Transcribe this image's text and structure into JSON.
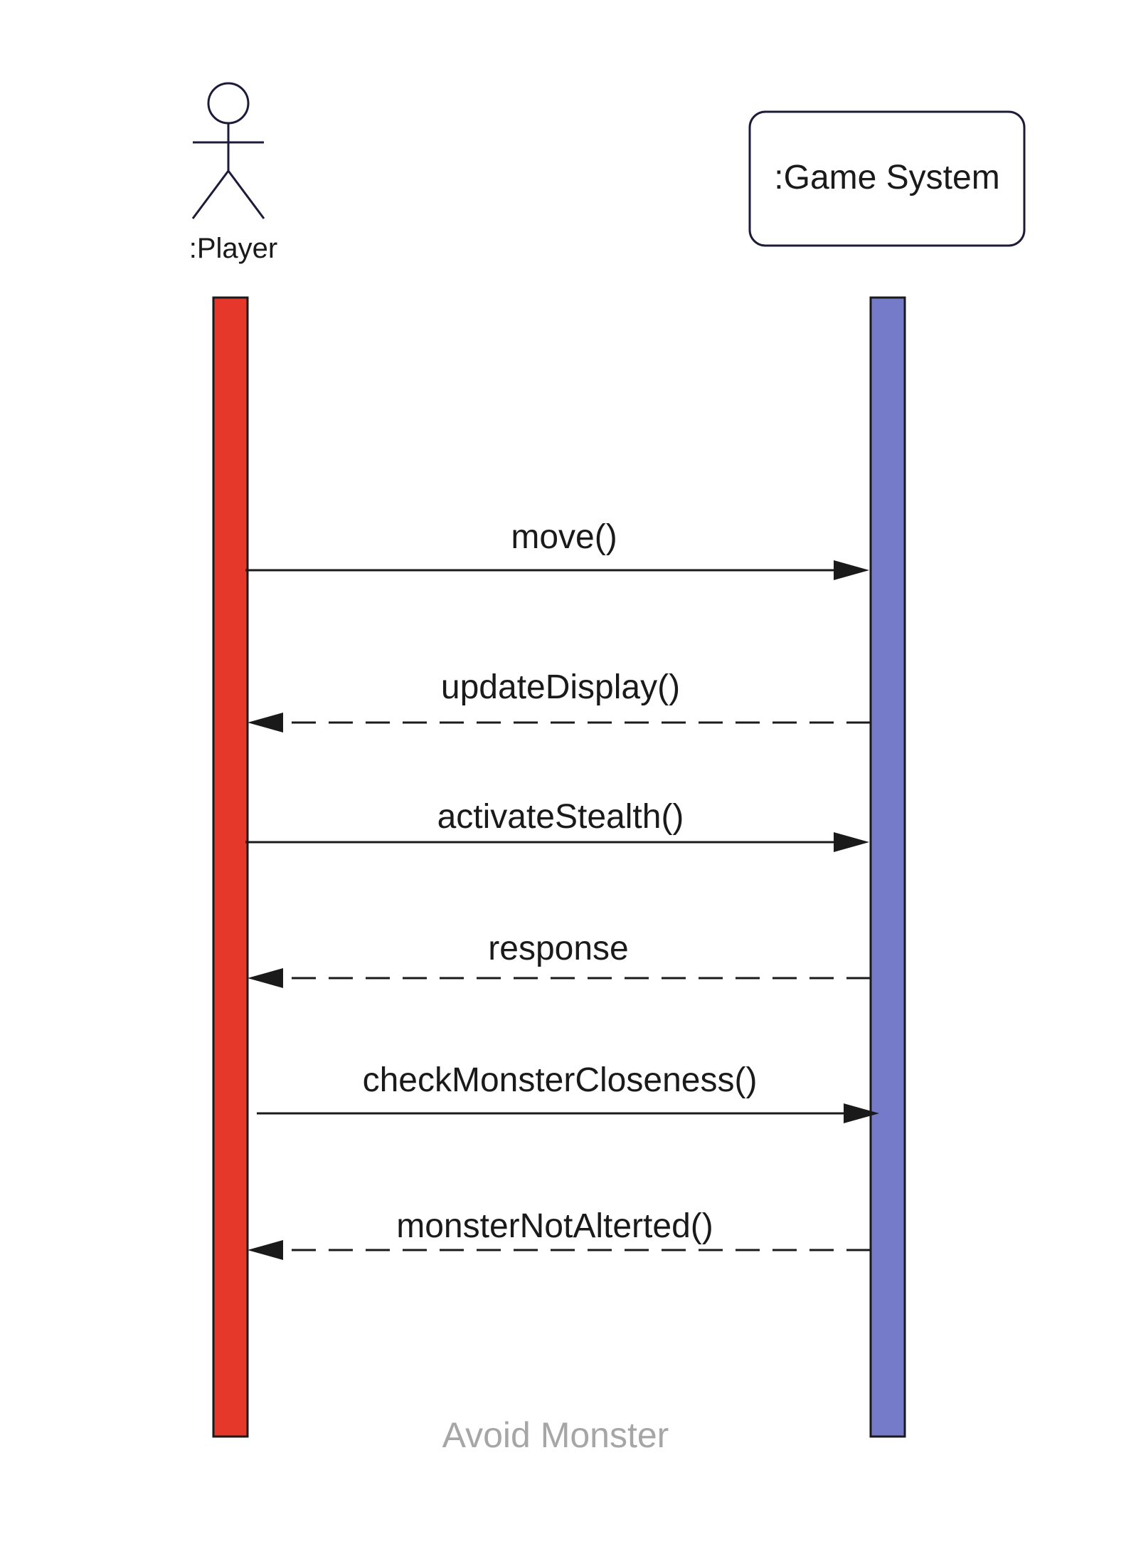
{
  "participants": {
    "player": {
      "label": ":Player",
      "kind": "actor",
      "color": "#e5382b"
    },
    "system": {
      "label": ":Game System",
      "kind": "object",
      "color": "#767bc9"
    }
  },
  "messages": [
    {
      "label": "move()",
      "from": "player",
      "to": "system",
      "style": "solid"
    },
    {
      "label": "updateDisplay()",
      "from": "system",
      "to": "player",
      "style": "dashed"
    },
    {
      "label": "activateStealth()",
      "from": "player",
      "to": "system",
      "style": "solid"
    },
    {
      "label": "response",
      "from": "system",
      "to": "player",
      "style": "dashed"
    },
    {
      "label": "checkMonsterCloseness()",
      "from": "player",
      "to": "system",
      "style": "solid"
    },
    {
      "label": "monsterNotAlterted()",
      "from": "system",
      "to": "player",
      "style": "dashed"
    }
  ],
  "caption": {
    "text": "Avoid Monster",
    "color": "#a6a6a6"
  },
  "colors": {
    "stroke": "#1c1c3a",
    "line": "#1a1a1a"
  }
}
